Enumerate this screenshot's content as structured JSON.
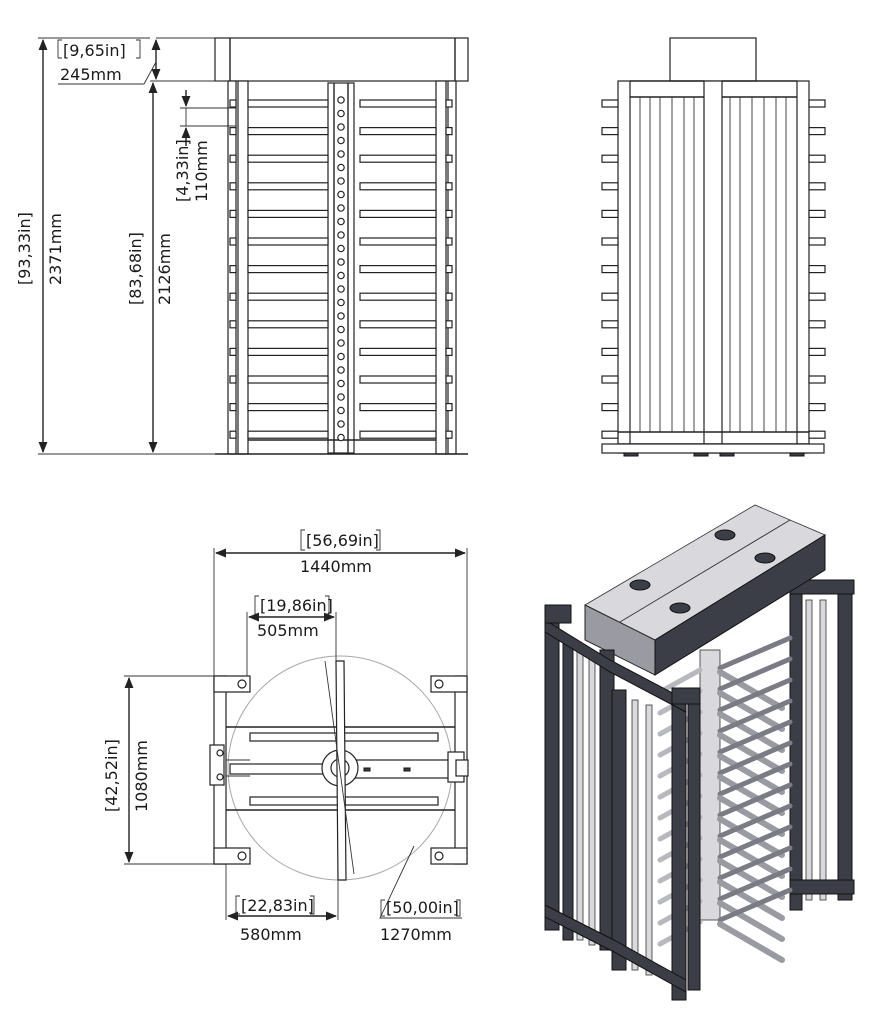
{
  "front_view": {
    "header_height_in": "[9,65in]",
    "header_height_mm": "245mm",
    "total_height_in": "[93,33in]",
    "total_height_mm": "2371mm",
    "frame_height_in": "[83,68in]",
    "frame_height_mm": "2126mm",
    "bar_pitch_in": "[4,33in]",
    "bar_pitch_mm": "110mm"
  },
  "top_view": {
    "overall_width_in": "[56,69in]",
    "overall_width_mm": "1440mm",
    "center_offset_in": "[19,86in]",
    "center_offset_mm": "505mm",
    "depth_in": "[42,52in]",
    "depth_mm": "1080mm",
    "passage_width_in": "[22,83in]",
    "passage_width_mm": "580mm",
    "rotor_diameter_in": "[50,00in]",
    "rotor_diameter_mm": "1270mm"
  },
  "colors": {
    "line": "#222222",
    "steel_dark": "#3c3e47",
    "steel_mid": "#9a9ba2",
    "steel_light": "#d9d9dd"
  }
}
